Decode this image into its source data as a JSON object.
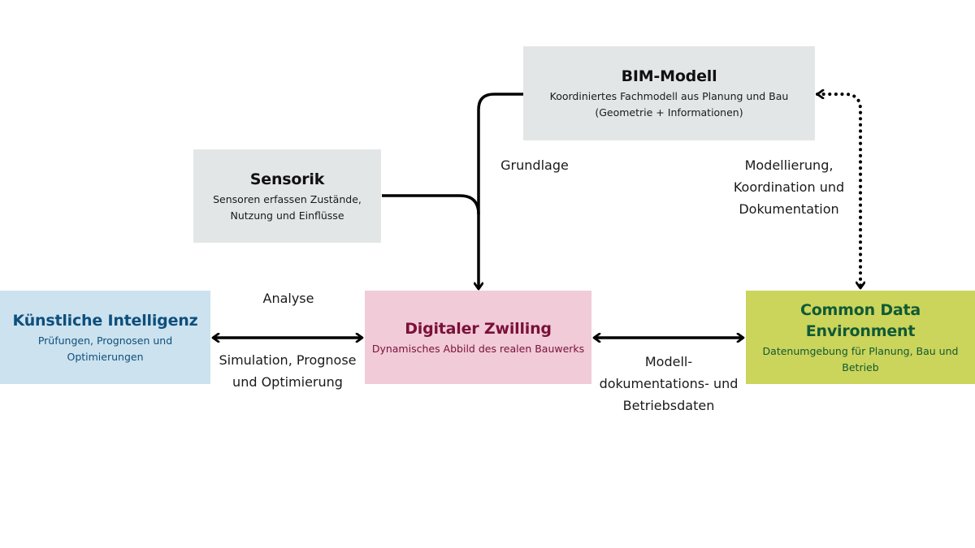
{
  "nodes": {
    "bim": {
      "title": "BIM-Modell",
      "desc_lines": [
        "Koordiniertes Fachmodell aus Planung und Bau",
        "(Geometrie + Informationen)"
      ]
    },
    "sensorik": {
      "title": "Sensorik",
      "desc_lines": [
        "Sensoren erfassen Zustände,",
        "Nutzung und Einflüsse"
      ]
    },
    "ki": {
      "title": "Künstliche Intelligenz",
      "desc_lines": [
        "Prüfungen, Prognosen und",
        "Optimierungen"
      ]
    },
    "dz": {
      "title": "Digitaler Zwilling",
      "desc_lines": [
        "Dynamisches Abbild des realen Bauwerks"
      ]
    },
    "cde": {
      "title": "Common Data Environment",
      "desc_lines": [
        "Datenumgebung für Planung, Bau und",
        "Betrieb"
      ]
    }
  },
  "edges": {
    "grundlage": {
      "label": "Grundlage"
    },
    "ki_dz": {
      "label_top": "Analyse",
      "label_bottom": [
        "Simulation, Prognose",
        "und Optimierung"
      ]
    },
    "dz_cde": {
      "label_lines": [
        "Modell-",
        "dokumentations- und",
        "Betriebsdaten"
      ]
    },
    "bim_cde": {
      "label_lines": [
        "Modellierung,",
        "Koordination und",
        "Dokumentation"
      ]
    }
  },
  "colors": {
    "grey_box": "#e3e6e7",
    "ki_fill": "#cce2ef",
    "ki_text": "#0e4f7c",
    "dz_fill": "#f1cbd8",
    "dz_text": "#7a1038",
    "cde_fill": "#cbd45b",
    "cde_text": "#105a35",
    "arrow": "#000000"
  }
}
